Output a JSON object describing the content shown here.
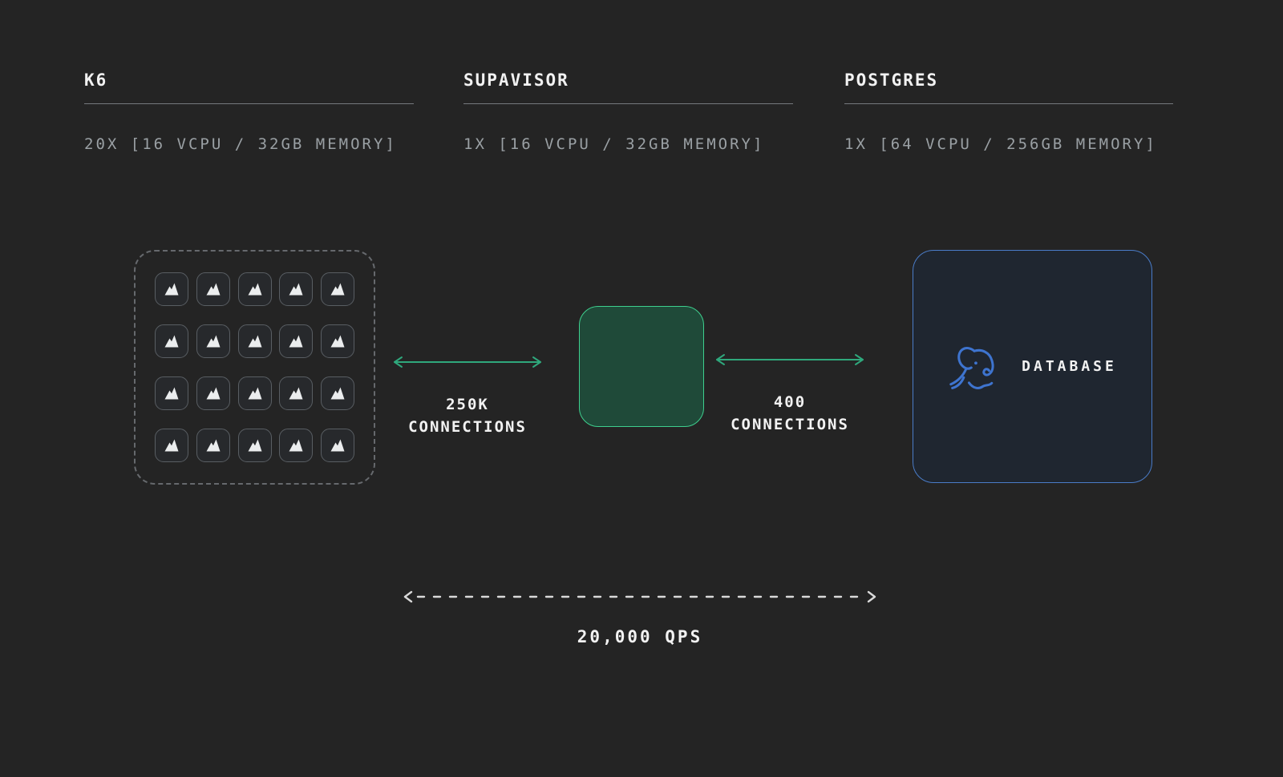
{
  "columns": [
    {
      "title": "K6",
      "spec": "20X [16 VCPU / 32GB MEMORY]"
    },
    {
      "title": "SUPAVISOR",
      "spec": "1X [16 VCPU / 32GB MEMORY]"
    },
    {
      "title": "POSTGRES",
      "spec": "1X [64 VCPU / 256GB MEMORY]"
    }
  ],
  "k6_cluster": {
    "instance_count": 20,
    "grid": {
      "columns": 5,
      "rows": 4
    },
    "icon": "k6-mountain-icon"
  },
  "links": {
    "left": {
      "line1": "250K",
      "line2": "CONNECTIONS"
    },
    "right": {
      "line1": "400",
      "line2": "CONNECTIONS"
    },
    "bottom": {
      "label": "20,000 QPS"
    }
  },
  "database": {
    "label": "DATABASE",
    "icon": "postgres-elephant-icon"
  },
  "colors": {
    "background": "#242424",
    "title_text": "#f2f2f2",
    "muted_text": "#9aa0a4",
    "rule": "#75797d",
    "k6_border": "#66696d",
    "icon_border": "#595e63",
    "icon_fill": "#27292c",
    "icon_glyph": "#ebedee",
    "supavisor_border": "#3ecf8e",
    "supavisor_fill": "#1f4a39",
    "arrow_green": "#2fa87c",
    "postgres_border": "#4a7cc8",
    "postgres_fill": "#1f2630",
    "elephant_blue": "#3e74cf",
    "qps_arrow": "#d9d9d9"
  }
}
